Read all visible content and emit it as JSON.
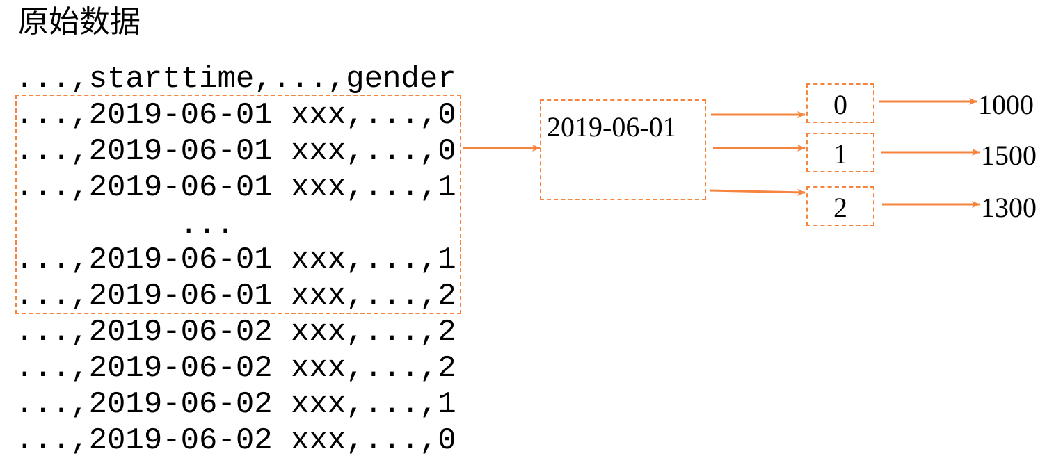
{
  "title": "原始数据",
  "header": "...,starttime,...,gender",
  "rows": [
    "...,2019-06-01 xxx,...,0",
    "...,2019-06-01 xxx,...,0",
    "...,2019-06-01 xxx,...,1",
    "...,2019-06-01 xxx,...,1",
    "...,2019-06-01 xxx,...,2",
    "...,2019-06-02 xxx,...,2",
    "...,2019-06-02 xxx,...,2",
    "...,2019-06-02 xxx,...,1",
    "...,2019-06-02 xxx,...,0"
  ],
  "ellipsis": "...",
  "group_key": "2019-06-01",
  "genders": [
    "0",
    "1",
    "2"
  ],
  "counts": [
    "1000",
    "1500",
    "1300"
  ],
  "colors": {
    "accent": "#f5843f",
    "text": "#000000"
  }
}
